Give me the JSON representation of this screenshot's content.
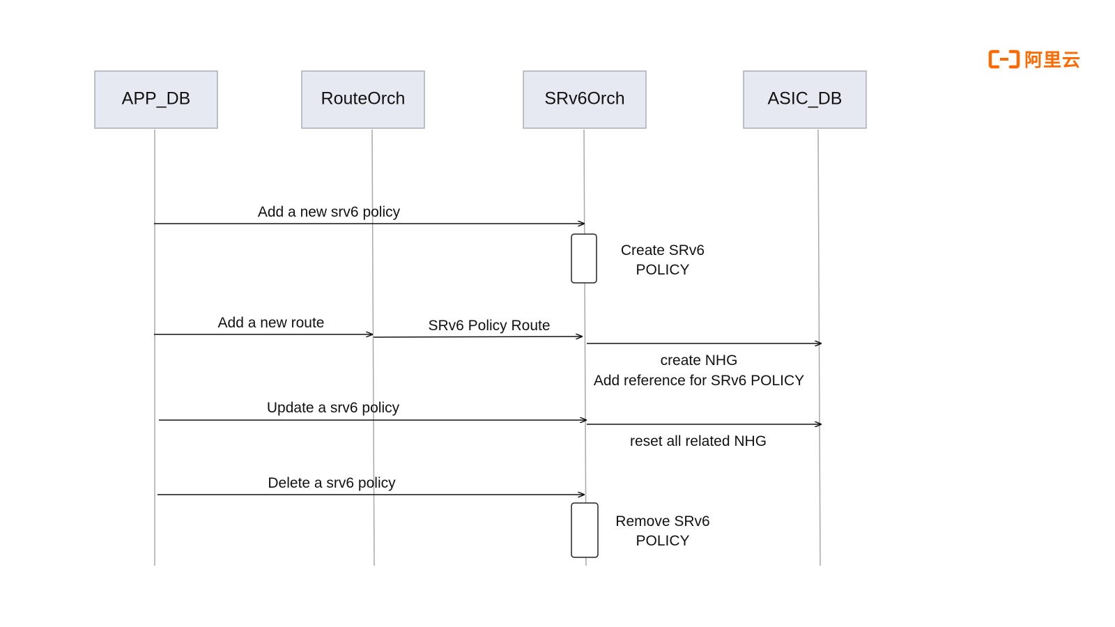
{
  "brand": {
    "logo_text": "阿里云",
    "color": "#ff6a00"
  },
  "actors": [
    {
      "id": "app_db",
      "label": "APP_DB"
    },
    {
      "id": "route_orch",
      "label": "RouteOrch"
    },
    {
      "id": "srv6_orch",
      "label": "SRv6Orch"
    },
    {
      "id": "asic_db",
      "label": "ASIC_DB"
    }
  ],
  "messages": [
    {
      "from": "app_db",
      "to": "srv6_orch",
      "label": "Add a new srv6 policy"
    },
    {
      "from": "app_db",
      "to": "route_orch",
      "label": "Add a new route"
    },
    {
      "from": "route_orch",
      "to": "srv6_orch",
      "label": "SRv6 Policy Route"
    },
    {
      "from": "srv6_orch",
      "to": "asic_db",
      "label": ""
    },
    {
      "from": "app_db",
      "to": "srv6_orch",
      "label": "Update a srv6 policy"
    },
    {
      "from": "srv6_orch",
      "to": "asic_db",
      "label": ""
    },
    {
      "from": "app_db",
      "to": "srv6_orch",
      "label": "Delete a srv6 policy"
    }
  ],
  "notes": [
    {
      "lines": [
        "Create SRv6",
        "POLICY"
      ]
    },
    {
      "lines": [
        "create NHG",
        "Add reference for SRv6 POLICY"
      ]
    },
    {
      "lines": [
        "reset all related NHG"
      ]
    },
    {
      "lines": [
        "Remove SRv6",
        "POLICY"
      ]
    }
  ],
  "colors": {
    "actor_fill": "#e6e9f1",
    "lifeline": "#a8a8a8",
    "text": "#111111"
  }
}
